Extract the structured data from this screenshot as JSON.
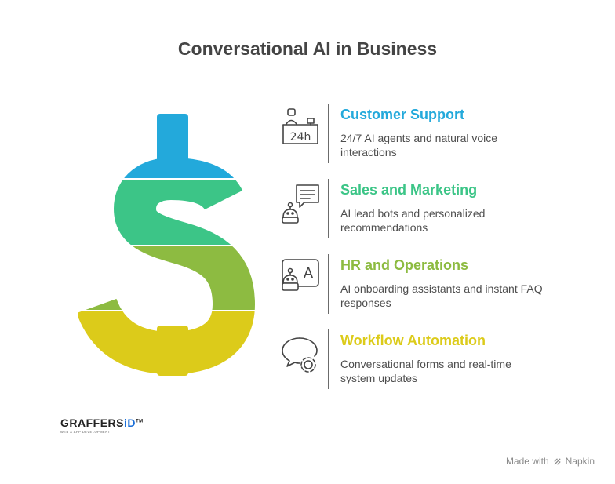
{
  "title": "Conversational AI in Business",
  "colors": {
    "blue": "#23a9db",
    "green": "#3cc587",
    "lime": "#8dbb41",
    "yellow": "#dccb1a",
    "icon": "#444444",
    "text": "#4e4e4e"
  },
  "items": [
    {
      "heading": "Customer Support",
      "description": "24/7 AI agents and natural voice interactions",
      "icon": "support-agent-24h-icon",
      "icon_text": "24h",
      "color": "#23a9db"
    },
    {
      "heading": "Sales and Marketing",
      "description": "AI lead bots and personalized recommendations",
      "icon": "chatbot-message-icon",
      "color": "#3cc587"
    },
    {
      "heading": "HR and Operations",
      "description": "AI onboarding assistants and instant FAQ responses",
      "icon": "bot-board-icon",
      "icon_text": "A",
      "color": "#8dbb41"
    },
    {
      "heading": "Workflow Automation",
      "description": "Conversational forms and real-time system updates",
      "icon": "chat-gear-icon",
      "color": "#dccb1a"
    }
  ],
  "logo": {
    "prefix": "GRAFFERS",
    "highlight": "iD",
    "trademark": "TM",
    "tagline": "WEB & APP DEVELOPMENT"
  },
  "footer": {
    "made_with": "Made with",
    "brand": "Napkin"
  }
}
